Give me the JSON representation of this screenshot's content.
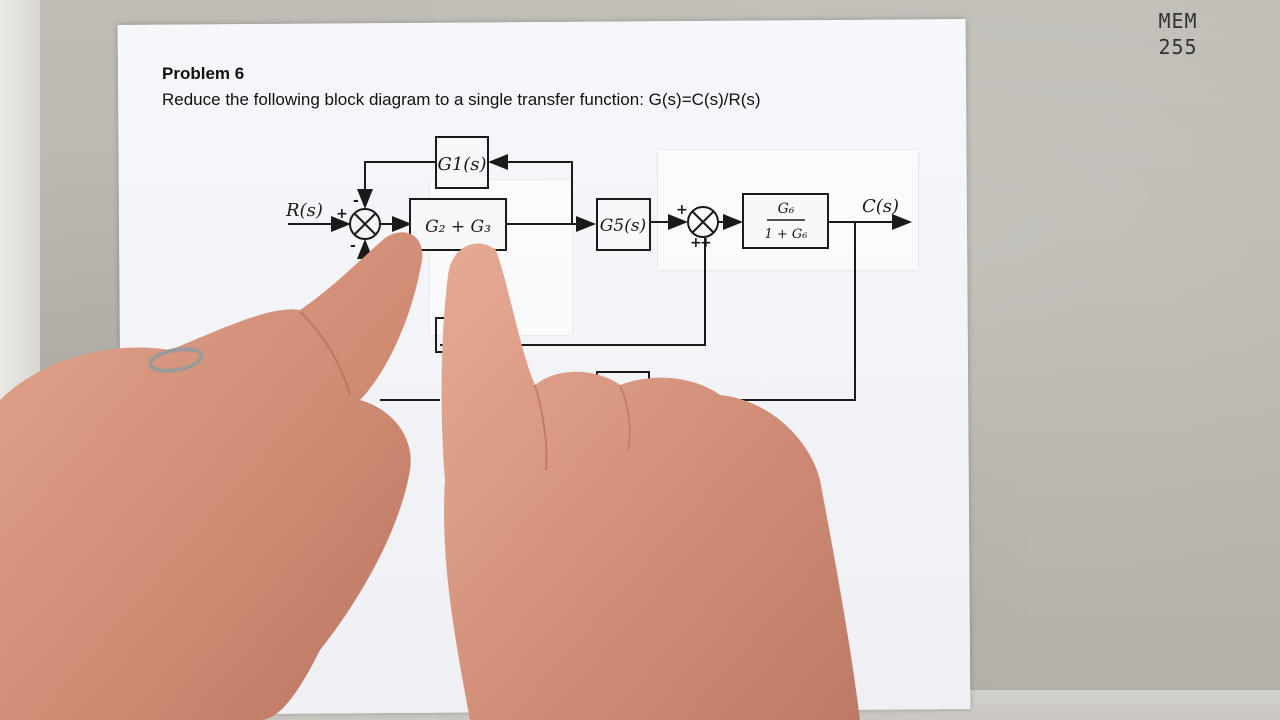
{
  "corner_note": {
    "line1": "MEM",
    "line2": "255"
  },
  "problem": {
    "title": "Problem 6",
    "instruction": "Reduce the following block diagram to a single transfer function: G(s)=C(s)/R(s)"
  },
  "diagram": {
    "input_label": "R(s)",
    "output_label": "C(s)",
    "blocks": {
      "g1": "G1(s)",
      "g23": "G₂ + G₃",
      "g5": "G5(s)",
      "g6_num": "G₆",
      "g6_den": "1 + G₆"
    },
    "signs": {
      "sum1_left": "+",
      "sum1_top": "-",
      "sum1_bottom": "-",
      "sum2_left": "+",
      "sum2_bottom": "+",
      "sum2_bottom2": "+"
    }
  },
  "colors": {
    "ink": "#1a1a1a",
    "paper": "#f3f4f7",
    "board": "#b9b6ae",
    "skin": "#d9967f"
  }
}
